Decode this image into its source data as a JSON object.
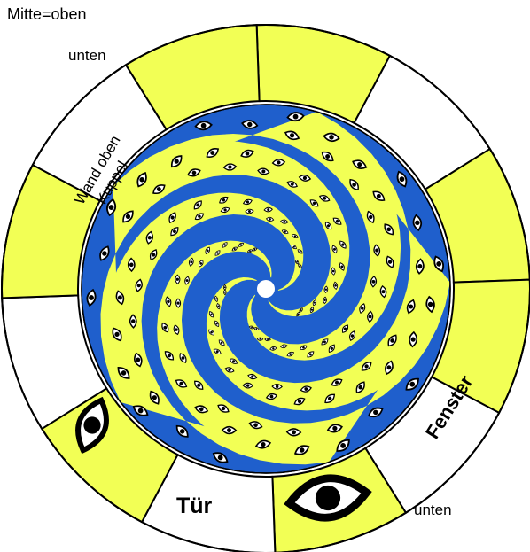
{
  "texts": {
    "center_note": "Mitte=oben",
    "bottom_left_top": "unten",
    "bottom_right": "unten",
    "wand_oben": "Wand oben",
    "kuppel": "Kuppel",
    "fenster": "Fenster",
    "tuer": "Tür"
  },
  "colors": {
    "yellow": "#f2ff55",
    "blue": "#1f5fcc",
    "white": "#ffffff",
    "stroke": "#000000"
  },
  "icons": {
    "eye": "eye-icon"
  }
}
